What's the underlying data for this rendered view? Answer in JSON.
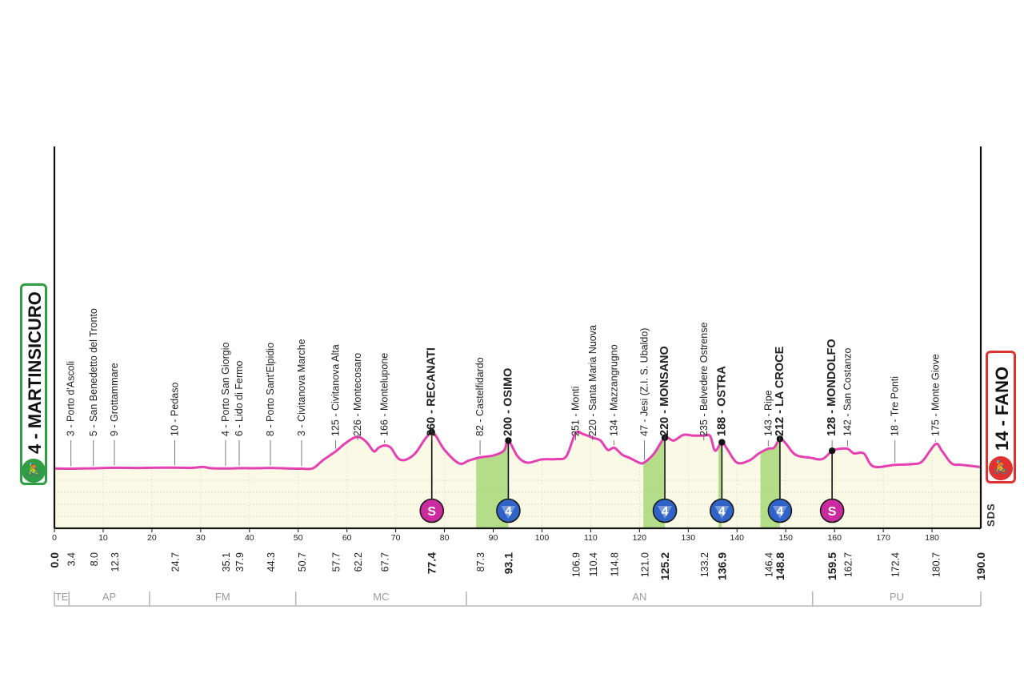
{
  "chart_data": {
    "type": "area",
    "start": {
      "label": "4 - MARTINSICURO",
      "icon": "cyclist-icon"
    },
    "finish": {
      "label": "14 - FANO",
      "icon": "finish-cyclist-icon"
    },
    "xlim": [
      0,
      190
    ],
    "x_ticks": [
      0,
      10,
      20,
      30,
      40,
      50,
      60,
      70,
      80,
      90,
      100,
      110,
      120,
      130,
      140,
      150,
      160,
      170,
      180
    ],
    "profile": {
      "km": [
        0,
        3.4,
        8,
        12.3,
        17,
        20,
        24.7,
        28,
        30.5,
        32,
        35.1,
        37.9,
        42,
        44.3,
        48,
        50.7,
        53,
        55,
        57.7,
        60,
        62.2,
        64,
        65.5,
        66.5,
        67.7,
        69,
        70.5,
        72,
        74,
        76,
        77.4,
        78.3,
        80,
        83,
        85,
        87.3,
        90,
        92.2,
        93.1,
        95,
        97,
        100,
        103,
        105,
        106.9,
        108.5,
        110.4,
        112,
        113.5,
        114.8,
        116.5,
        118,
        120,
        121,
        123,
        125.2,
        127,
        129,
        131,
        133.2,
        134.5,
        135.5,
        136.9,
        138,
        140,
        142.5,
        144.5,
        146.4,
        147.6,
        148.8,
        150,
        152,
        155,
        157.5,
        159.5,
        161,
        162.7,
        164,
        166,
        168,
        172.4,
        176,
        178,
        180.7,
        182,
        184,
        186,
        190
      ],
      "elev": [
        4,
        3,
        5,
        9,
        8,
        9,
        10,
        8,
        15,
        6,
        4,
        6,
        6,
        8,
        4,
        3,
        5,
        60,
        125,
        190,
        226,
        190,
        125,
        150,
        166,
        150,
        75,
        65,
        110,
        210,
        260,
        230,
        135,
        40,
        60,
        82,
        95,
        130,
        200,
        90,
        45,
        68,
        70,
        90,
        251,
        245,
        220,
        200,
        134,
        150,
        100,
        78,
        44,
        47,
        110,
        220,
        200,
        240,
        235,
        235,
        232,
        130,
        188,
        140,
        45,
        60,
        110,
        143,
        150,
        212,
        180,
        100,
        80,
        70,
        128,
        142,
        142,
        110,
        110,
        18,
        30,
        35,
        55,
        175,
        130,
        40,
        30,
        14
      ]
    },
    "places": [
      {
        "km": 3.4,
        "text": "3 - Porto d'Ascoli",
        "bold": false
      },
      {
        "km": 8.0,
        "text": "5 - San Benedetto del Tronto",
        "bold": false
      },
      {
        "km": 12.3,
        "text": "9 - Grottammare",
        "bold": false
      },
      {
        "km": 24.7,
        "text": "10 - Pedaso",
        "bold": false
      },
      {
        "km": 35.1,
        "text": "4 - Porto San Giorgio",
        "bold": false
      },
      {
        "km": 37.9,
        "text": "6 - Lido di Fermo",
        "bold": false
      },
      {
        "km": 44.3,
        "text": "8 - Porto Sant'Elpidio",
        "bold": false
      },
      {
        "km": 50.7,
        "text": "3 - Civitanova Marche",
        "bold": false
      },
      {
        "km": 57.7,
        "text": "125 - Civitanova Alta",
        "bold": false
      },
      {
        "km": 62.2,
        "text": "226 - Montecosaro",
        "bold": false
      },
      {
        "km": 67.7,
        "text": "166 - Montelupone",
        "bold": false
      },
      {
        "km": 77.4,
        "text": "260 - RECANATI",
        "bold": true
      },
      {
        "km": 87.3,
        "text": "82 - Castelfidardo",
        "bold": false
      },
      {
        "km": 93.1,
        "text": "200 - OSIMO",
        "bold": true
      },
      {
        "km": 106.9,
        "text": "251 - Monti",
        "bold": false
      },
      {
        "km": 110.4,
        "text": "220 - Santa Maria Nuova",
        "bold": false
      },
      {
        "km": 114.8,
        "text": "134 - Mazzangrugno",
        "bold": false
      },
      {
        "km": 121.0,
        "text": "47 - Jesi (Z.I. S. Ubaldo)",
        "bold": false
      },
      {
        "km": 125.2,
        "text": "220 - MONSANO",
        "bold": true
      },
      {
        "km": 133.2,
        "text": "235 - Belvedere Ostrense",
        "bold": false
      },
      {
        "km": 136.9,
        "text": "188 - OSTRA",
        "bold": true
      },
      {
        "km": 146.4,
        "text": "143 - Ripe",
        "bold": false
      },
      {
        "km": 148.8,
        "text": "212 - LA CROCE",
        "bold": true
      },
      {
        "km": 159.5,
        "text": "128 - MONDOLFO",
        "bold": true
      },
      {
        "km": 162.7,
        "text": "142 - San Costanzo",
        "bold": false
      },
      {
        "km": 172.4,
        "text": "18 - Tre Ponti",
        "bold": false
      },
      {
        "km": 180.7,
        "text": "175 - Monte Giove",
        "bold": false
      }
    ],
    "km_labels": [
      {
        "km": 0.0,
        "text": "0.0",
        "bold": true
      },
      {
        "km": 3.4,
        "text": "3.4",
        "bold": false
      },
      {
        "km": 8.0,
        "text": "8.0",
        "bold": false
      },
      {
        "km": 12.3,
        "text": "12.3",
        "bold": false
      },
      {
        "km": 24.7,
        "text": "24.7",
        "bold": false
      },
      {
        "km": 35.1,
        "text": "35.1",
        "bold": false
      },
      {
        "km": 37.9,
        "text": "37.9",
        "bold": false
      },
      {
        "km": 44.3,
        "text": "44.3",
        "bold": false
      },
      {
        "km": 50.7,
        "text": "50.7",
        "bold": false
      },
      {
        "km": 57.7,
        "text": "57.7",
        "bold": false
      },
      {
        "km": 62.2,
        "text": "62.2",
        "bold": false
      },
      {
        "km": 67.7,
        "text": "67.7",
        "bold": false
      },
      {
        "km": 77.4,
        "text": "77.4",
        "bold": true
      },
      {
        "km": 87.3,
        "text": "87.3",
        "bold": false
      },
      {
        "km": 93.1,
        "text": "93.1",
        "bold": true
      },
      {
        "km": 106.9,
        "text": "106.9",
        "bold": false
      },
      {
        "km": 110.4,
        "text": "110.4",
        "bold": false
      },
      {
        "km": 114.8,
        "text": "114.8",
        "bold": false
      },
      {
        "km": 121.0,
        "text": "121.0",
        "bold": false
      },
      {
        "km": 125.2,
        "text": "125.2",
        "bold": true
      },
      {
        "km": 133.2,
        "text": "133.2",
        "bold": false
      },
      {
        "km": 136.9,
        "text": "136.9",
        "bold": true
      },
      {
        "km": 146.4,
        "text": "146.4",
        "bold": false
      },
      {
        "km": 148.8,
        "text": "148.8",
        "bold": true
      },
      {
        "km": 159.5,
        "text": "159.5",
        "bold": true
      },
      {
        "km": 162.7,
        "text": "162.7",
        "bold": false
      },
      {
        "km": 172.4,
        "text": "172.4",
        "bold": false
      },
      {
        "km": 180.7,
        "text": "180.7",
        "bold": false
      },
      {
        "km": 190.0,
        "text": "190.0",
        "bold": true
      }
    ],
    "climbs": [
      {
        "from": 86.5,
        "to": 93.1,
        "category": "4",
        "badge_km": 93.1
      },
      {
        "from": 120.8,
        "to": 125.2,
        "category": "4",
        "badge_km": 125.2
      },
      {
        "from": 136.2,
        "to": 136.9,
        "category": "4",
        "badge_km": 136.9
      },
      {
        "from": 144.8,
        "to": 148.8,
        "category": "4",
        "badge_km": 148.8
      }
    ],
    "sprints": [
      {
        "km": 77.4,
        "label": "S"
      },
      {
        "km": 159.5,
        "label": "S"
      }
    ],
    "regions": [
      {
        "from": 0,
        "to": 3,
        "label": "TE"
      },
      {
        "from": 3,
        "to": 19.5,
        "label": "AP"
      },
      {
        "from": 19.5,
        "to": 49.5,
        "label": "FM"
      },
      {
        "from": 49.5,
        "to": 84.5,
        "label": "MC"
      },
      {
        "from": 84.5,
        "to": 155.5,
        "label": "AN"
      },
      {
        "from": 155.5,
        "to": 190,
        "label": "PU"
      }
    ],
    "logo_text": "SDS",
    "colors": {
      "profile_line": "#e63fb2",
      "fill": "#f9f9e6",
      "climb_fill": "#a8d878",
      "sprint_badge": "#cc2a9f",
      "climb_badge": "#2f63c8"
    }
  }
}
